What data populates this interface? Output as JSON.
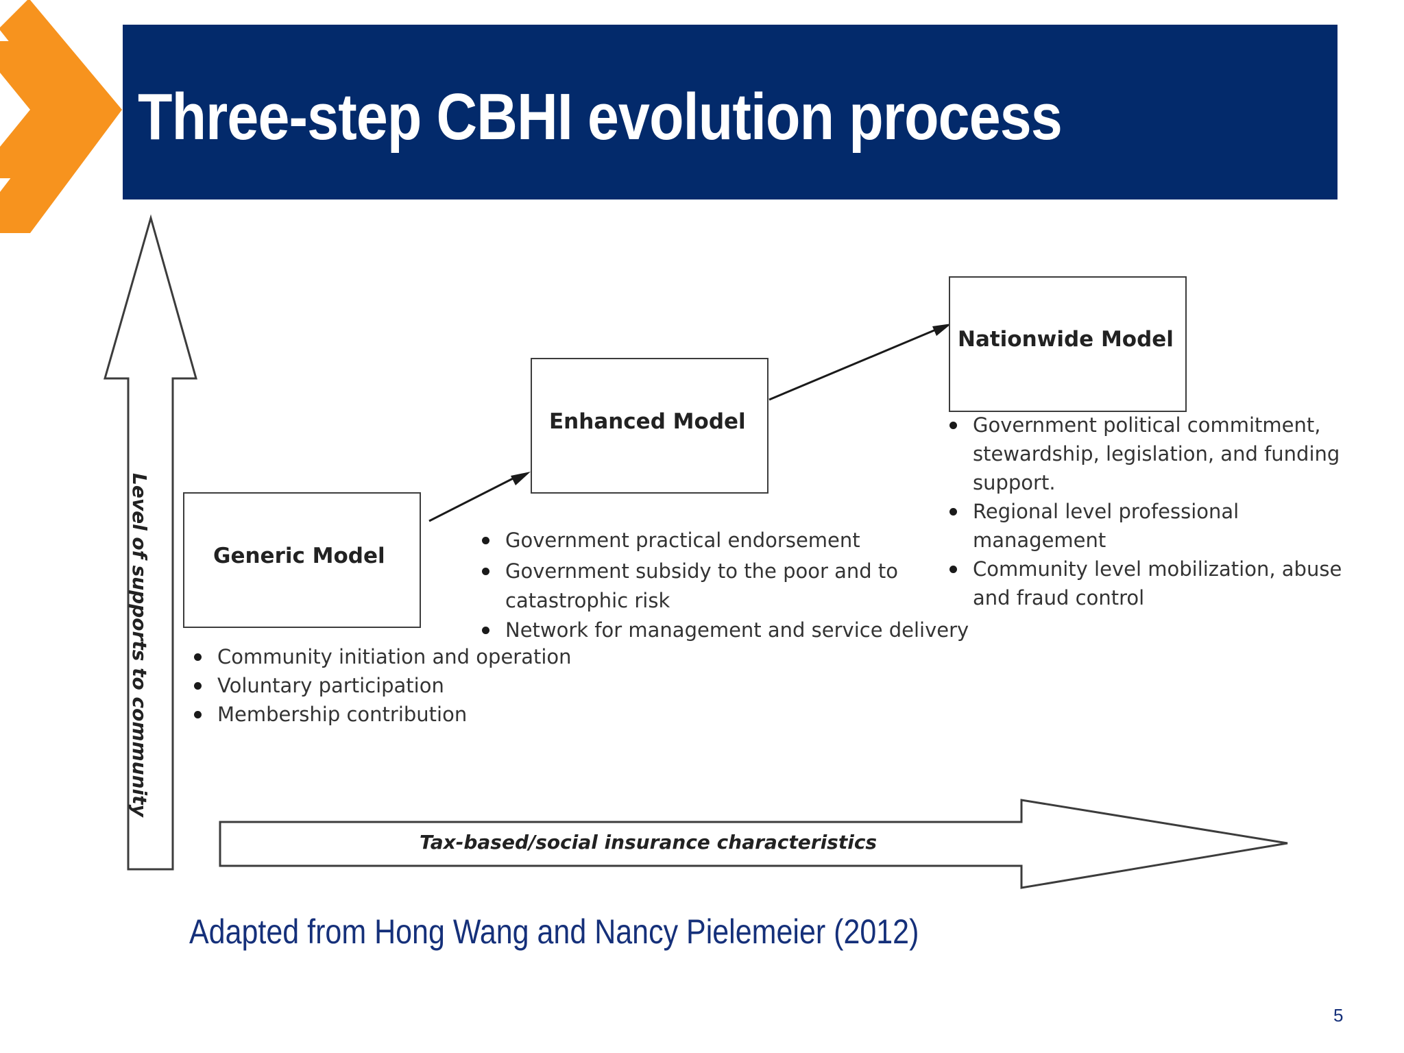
{
  "slide": {
    "title": "Three-step CBHI evolution process",
    "citation": "Adapted from Hong Wang and Nancy Pielemeier (2012)",
    "page_number": "5"
  },
  "colors": {
    "title_bar": "#032a6b",
    "accent_orange": "#f7931e",
    "citation_text": "#15307a"
  },
  "diagram": {
    "vertical_axis_label": "Level of supports to community",
    "horizontal_axis_label": "Tax-based/social insurance characteristics",
    "models": [
      {
        "name": "Generic Model",
        "bullets": [
          "Community initiation and operation",
          "Voluntary participation",
          "Membership contribution"
        ]
      },
      {
        "name": "Enhanced Model",
        "bullets": [
          "Government practical endorsement",
          "Government subsidy to the poor and to",
          "catastrophic risk",
          "Network for management and service delivery"
        ]
      },
      {
        "name": "Nationwide Model",
        "bullets": [
          "Government political commitment,",
          "stewardship, legislation, and funding",
          "support.",
          "Regional level professional",
          "management",
          "Community level mobilization, abuse",
          "and fraud control"
        ]
      }
    ]
  }
}
